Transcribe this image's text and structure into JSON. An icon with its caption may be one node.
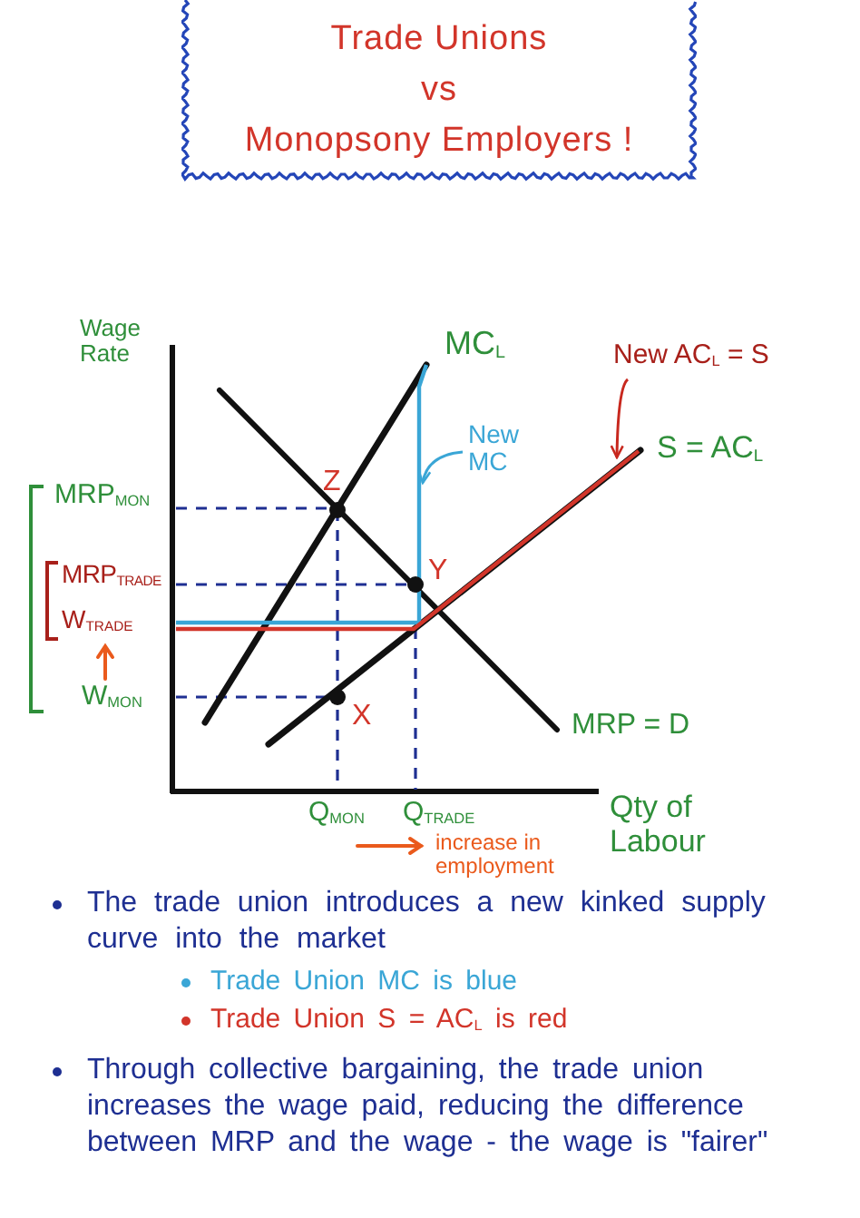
{
  "diagram": {
    "title": "Trade Unions vs Monopsony Employers !",
    "nodes": [
      {
        "text": [
          "New AC$_{L}$ = S"
        ]
      },
      {
        "text": [
          "New MC"
        ]
      },
      {
        "text": [],
        "shape": "line"
      },
      {
        "text": [],
        "shape": "line"
      }
    ],
    "edges": [
      {
        "from": 0,
        "to": 3,
        "arrow": "to",
        "color": "#c8281e"
      },
      {
        "from": 1,
        "to": 2,
        "arrow": "to",
        "color": "#3aa6d6"
      }
    ],
    "labels": [
      "Wage Rate",
      "MC$_{L}$",
      "S = AC$_{L}$",
      "Z",
      "MRP$_{MON}$",
      "MRP$_{TRADE}$",
      "Y",
      "W$_{TRADE}$",
      "W$_{MON}$",
      "X",
      "MRP = D",
      "Q$_{MON}$",
      "Q$_{TRADE}$",
      "Qty of Labour",
      "increase in employment",
      "The trade union introduces a new kinked supply curve into the market",
      "Trade Union MC is blue",
      "Trade Union S = AC$_{L}$ is red",
      "Through collective bargaining, the trade union increases the wage paid, reducing the difference between MRP and the wage - the wage is \"fairer\""
    ]
  }
}
